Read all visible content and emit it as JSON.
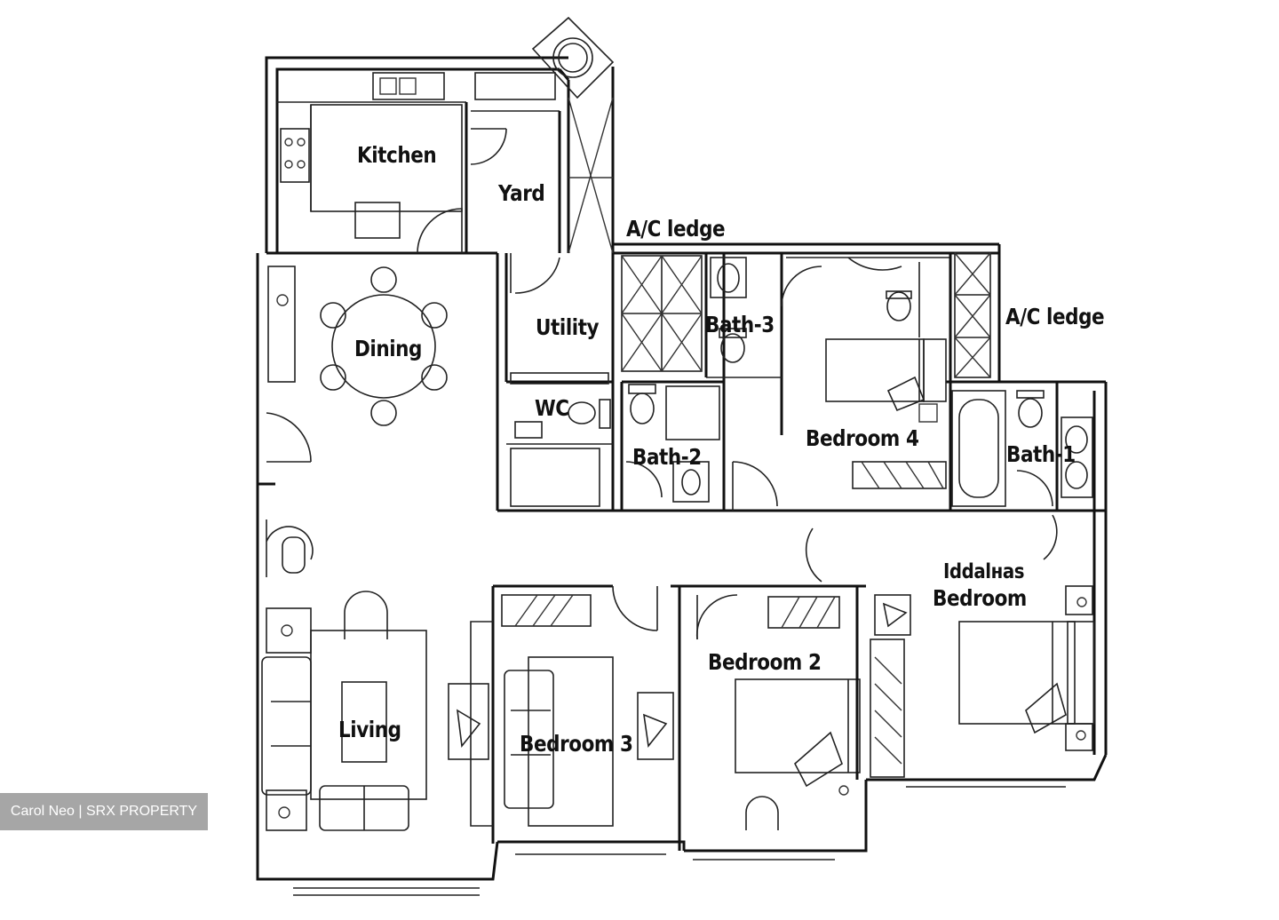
{
  "rooms": {
    "kitchen": "Kitchen",
    "yard": "Yard",
    "ac_ledge_top": "A/C ledge",
    "ac_ledge_right": "A/C ledge",
    "utility": "Utility",
    "bath3": "Bath-3",
    "dining": "Dining",
    "wc": "WC",
    "bath2": "Bath-2",
    "bedroom4": "Bedroom 4",
    "bath1": "Bath-1",
    "master_top": "Iddalнas",
    "master": "Bedroom",
    "bedroom2": "Bedroom 2",
    "living": "Living",
    "bedroom3": "Bedroom 3"
  },
  "watermark": "Carol Neo | SRX PROPERTY"
}
